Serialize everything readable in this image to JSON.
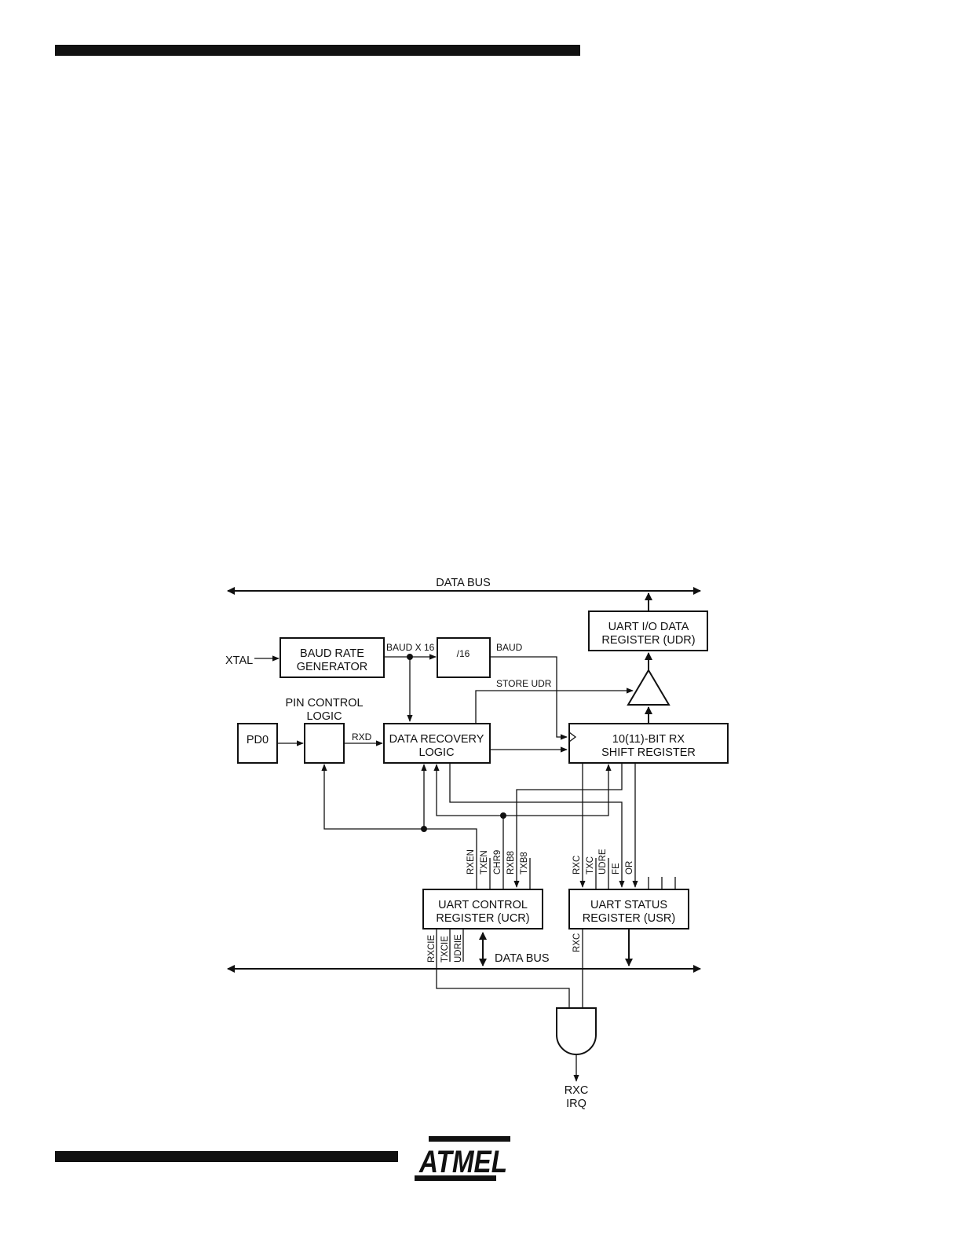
{
  "header": {
    "top_rule": "",
    "bottom_rule": ""
  },
  "logo": {
    "text": "ATMEL"
  },
  "diagram": {
    "data_bus_top": "DATA BUS",
    "data_bus_bottom": "DATA BUS",
    "xtal": "XTAL",
    "baud_rate_generator": [
      "BAUD RATE",
      "GENERATOR"
    ],
    "baud_x16": "BAUD X 16",
    "div16": "/16",
    "baud": "BAUD",
    "store_udr": "STORE UDR",
    "udr": [
      "UART I/O DATA",
      "REGISTER (UDR)"
    ],
    "pin_control_logic": [
      "PIN CONTROL",
      "LOGIC"
    ],
    "pd0": "PD0",
    "rxd": "RXD",
    "data_recovery_logic": [
      "DATA RECOVERY",
      "LOGIC"
    ],
    "rx_shift_register": [
      "10(11)-BIT RX",
      "SHIFT REGISTER"
    ],
    "ucr_bits_top": [
      "RXEN",
      "TXEN",
      "CHR9",
      "RXB8",
      "TXB8"
    ],
    "usr_bits_top": [
      "RXC",
      "TXC",
      "UDRE",
      "FE",
      "OR"
    ],
    "ucr": [
      "UART CONTROL",
      "REGISTER (UCR)"
    ],
    "usr": [
      "UART STATUS",
      "REGISTER (USR)"
    ],
    "ucr_bits_bottom": [
      "RXCIE",
      "TXCIE",
      "UDRIE"
    ],
    "usr_bit_bottom": "RXC",
    "irq": [
      "RXC",
      "IRQ"
    ]
  },
  "colors": {
    "ink": "#111111",
    "background": "#ffffff"
  }
}
